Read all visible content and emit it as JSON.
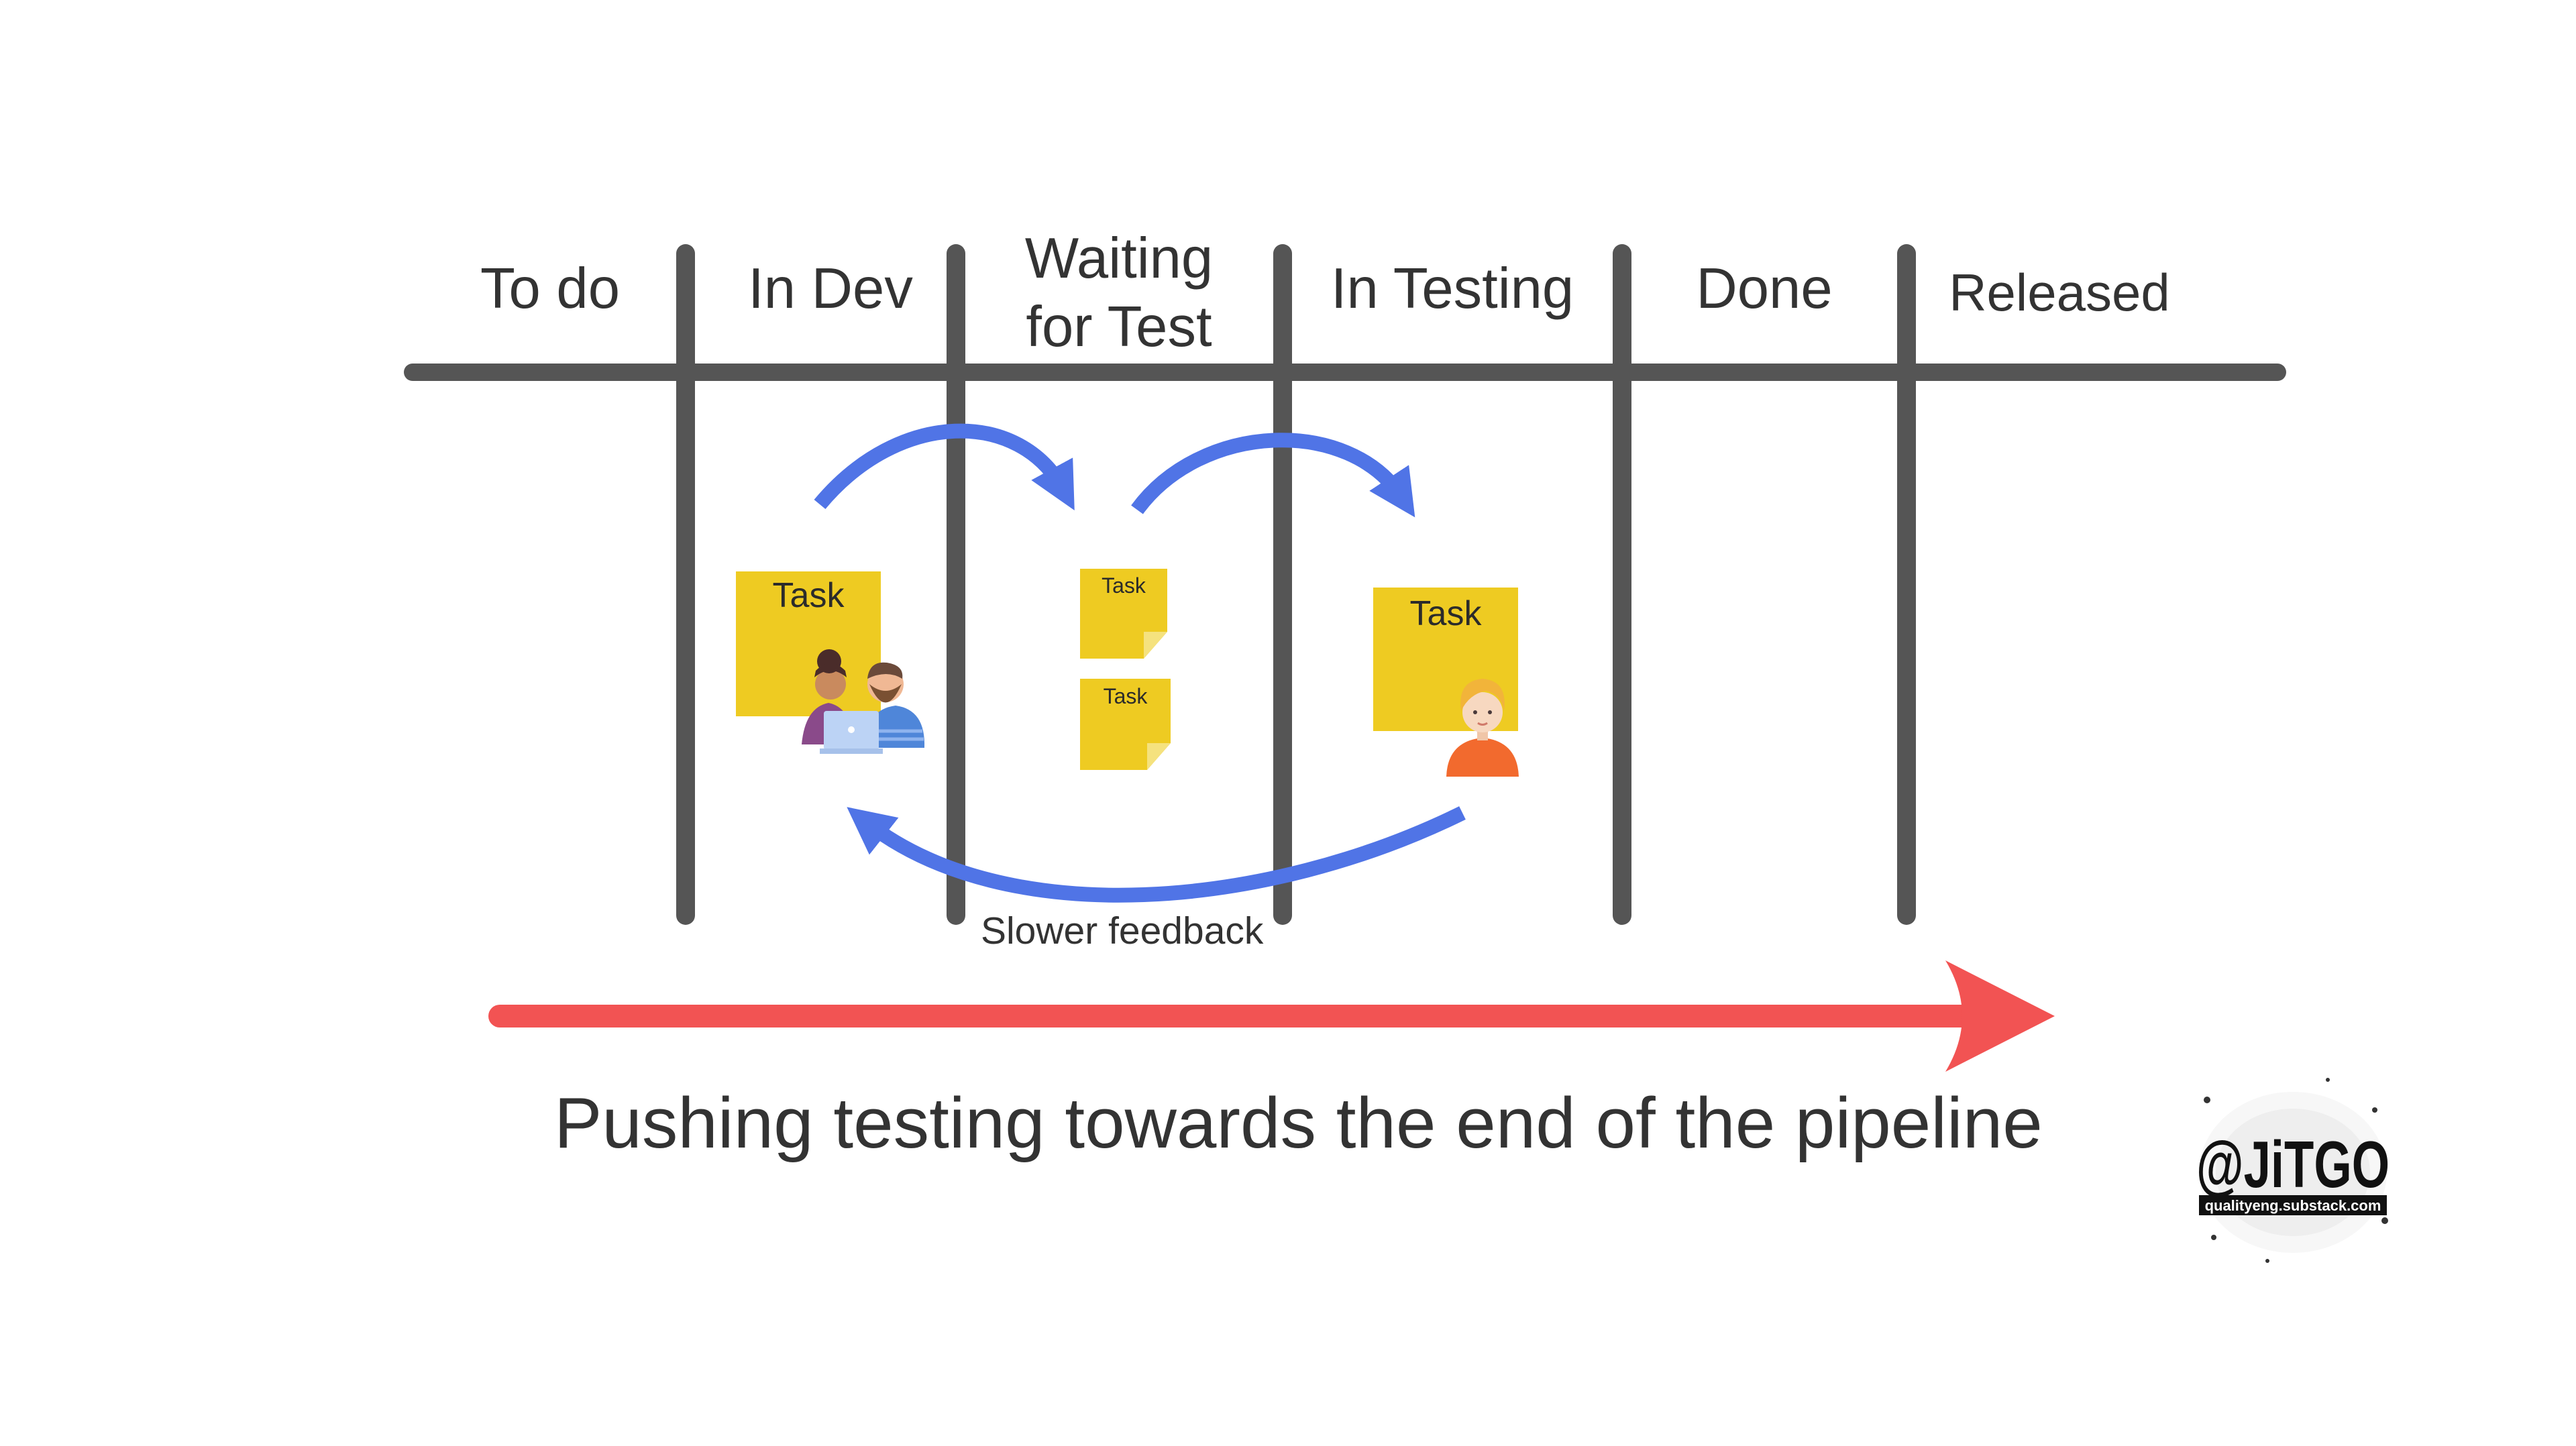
{
  "columns": [
    "To do",
    "In Dev",
    "Waiting\nfor Test",
    "In Testing",
    "Done",
    "Released"
  ],
  "notes": {
    "dev_task": "Task",
    "waiting_task_1": "Task",
    "waiting_task_2": "Task",
    "testing_task": "Task"
  },
  "feedback_label": "Slower feedback",
  "caption": "Pushing testing towards the end of the pipeline",
  "logo": {
    "handle": "@JiTGO",
    "url": "qualityeng.substack.com"
  },
  "colors": {
    "board_lines": "#555555",
    "flow_arrows": "#5074e6",
    "pipeline_arrow": "#f25353",
    "sticky_note": "#eecb22",
    "text": "#333333"
  }
}
